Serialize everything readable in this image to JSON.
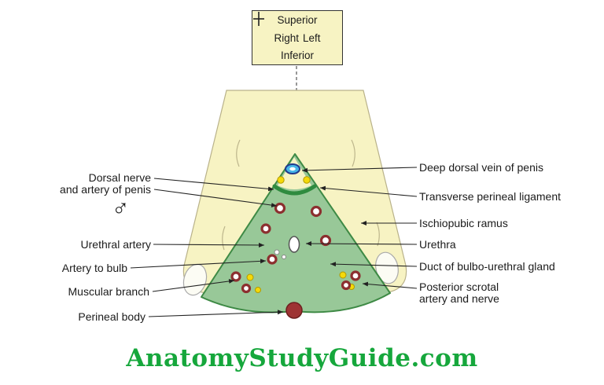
{
  "legend": {
    "superior": "Superior",
    "right": "Right",
    "left": "Left",
    "inferior": "Inferior"
  },
  "labels": {
    "dorsal_nerve_line1": "Dorsal nerve",
    "dorsal_nerve_line2": "and artery of penis",
    "male_symbol": "♂",
    "urethral_artery": "Urethral artery",
    "artery_to_bulb": "Artery to bulb",
    "muscular_branch": "Muscular branch",
    "perineal_body": "Perineal body",
    "deep_dorsal_vein": "Deep dorsal vein of penis",
    "transverse_perineal_ligament": "Transverse perineal ligament",
    "ischiopubic_ramus": "Ischiopubic ramus",
    "urethra": "Urethra",
    "duct_of_bulbourethral_gland": "Duct of bulbo-urethral gland",
    "posterior_scrotal_line1": "Posterior scrotal",
    "posterior_scrotal_line2": "artery and nerve"
  },
  "watermark": "AnatomyStudyGuide.com",
  "colors": {
    "bone_yellow": "#f7f3c3",
    "membrane_green": "#98c898",
    "membrane_outline": "#3e8a45",
    "ligament_green": "#2f8b3f",
    "artery_red": "#8c2f2f",
    "nerve_yellow": "#f4d90a",
    "vein_blue": "#45b6e8",
    "perineal_body_red": "#9e3434",
    "watermark_green": "#16a73c"
  }
}
